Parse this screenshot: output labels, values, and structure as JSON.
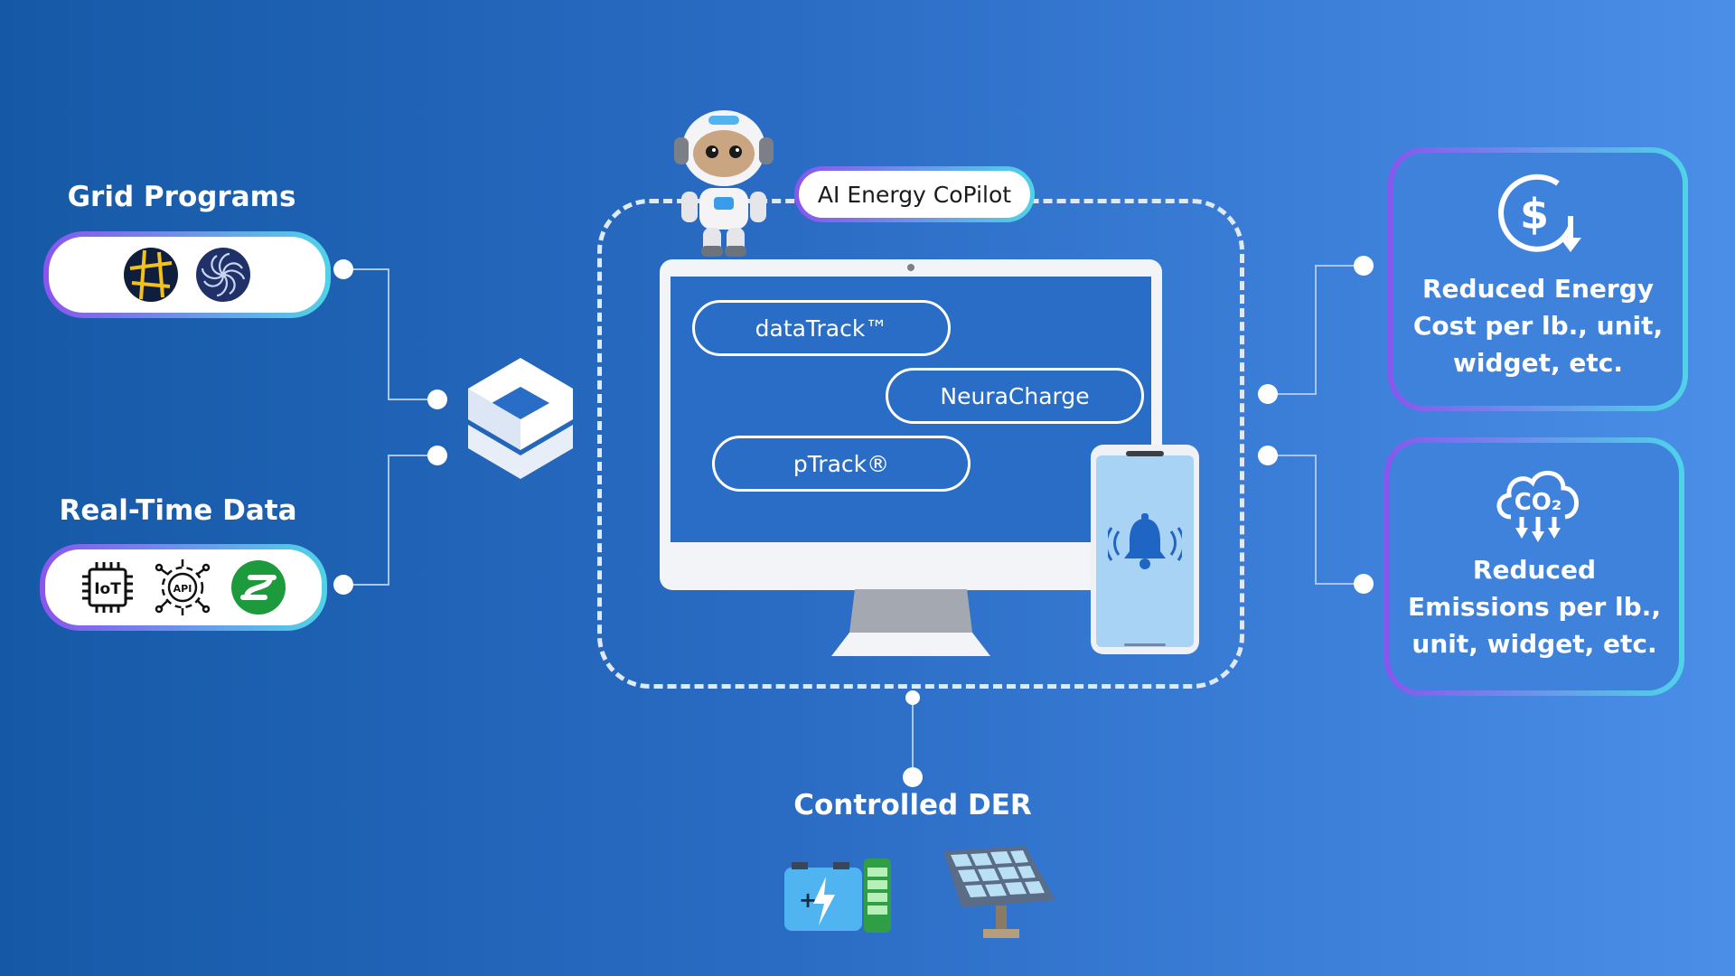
{
  "inputs": {
    "grid_programs": {
      "title": "Grid Programs",
      "icons": [
        "grid-program-logo-icon",
        "spiral-logo-icon"
      ]
    },
    "realtime_data": {
      "title": "Real-Time Data",
      "icons": [
        "iot-chip-icon",
        "api-gear-icon",
        "green-logo-icon"
      ]
    }
  },
  "platform": {
    "logo": "stacked-cube-logo-icon"
  },
  "copilot": {
    "label": "AI Energy CoPilot",
    "mascot": "robot-mascot-icon",
    "apps": [
      "dataTrack™",
      "NeuraCharge",
      "pTrack®"
    ],
    "phone_icon": "bell-notification-icon"
  },
  "outputs": {
    "energy_cost": {
      "text": "Reduced Energy\nCost per lb., unit,\nwidget, etc.",
      "icon": "dollar-down-icon"
    },
    "emissions": {
      "text": "Reduced\nEmissions per lb.,\nunit, widget, etc.",
      "icon": "co2-down-icon"
    }
  },
  "der": {
    "title": "Controlled DER",
    "icons": [
      "battery-icon",
      "solar-panel-icon"
    ]
  },
  "colors": {
    "background_left": "#1559a6",
    "background_right": "#4a8ee8",
    "accent_purple": "#8a55ee",
    "accent_cyan": "#4fd3e8"
  }
}
